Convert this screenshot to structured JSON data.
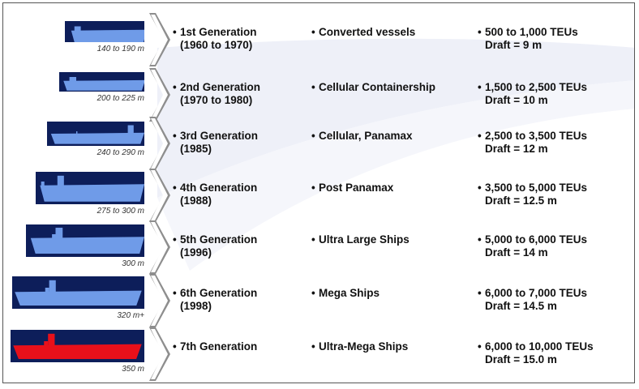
{
  "generations": [
    {
      "length": "140 to 190 m",
      "generation": "1st Generation",
      "years": "(1960 to 1970)",
      "type": "Converted vessels",
      "capacity": "500 to 1,000 TEUs",
      "draft": "Draft = 9 m",
      "hull_color": "#6f9be8",
      "box_color": "#0d1e5a"
    },
    {
      "length": "200 to 225 m",
      "generation": "2nd Generation",
      "years": "(1970 to 1980)",
      "type": "Cellular Containership",
      "capacity": "1,500 to 2,500 TEUs",
      "draft": "Draft = 10 m",
      "hull_color": "#6f9be8",
      "box_color": "#0d1e5a"
    },
    {
      "length": "240 to 290 m",
      "generation": "3rd Generation",
      "years": "(1985)",
      "type": "Cellular, Panamax",
      "capacity": "2,500 to 3,500 TEUs",
      "draft": "Draft = 12 m",
      "hull_color": "#6f9be8",
      "box_color": "#0d1e5a"
    },
    {
      "length": "275 to 300 m",
      "generation": "4th Generation",
      "years": "(1988)",
      "type": "Post Panamax",
      "capacity": "3,500 to 5,000 TEUs",
      "draft": "Draft = 12.5 m",
      "hull_color": "#6f9be8",
      "box_color": "#0d1e5a"
    },
    {
      "length": "300 m",
      "generation": "5th Generation",
      "years": "(1996)",
      "type": "Ultra Large Ships",
      "capacity": "5,000 to 6,000 TEUs",
      "draft": "Draft = 14 m",
      "hull_color": "#6f9be8",
      "box_color": "#0d1e5a"
    },
    {
      "length": "320 m+",
      "generation": "6th Generation",
      "years": "(1998)",
      "type": "Mega Ships",
      "capacity": "6,000 to 7,000 TEUs",
      "draft": "Draft = 14.5 m",
      "hull_color": "#6f9be8",
      "box_color": "#0d1e5a"
    },
    {
      "length": "350 m",
      "generation": "7th Generation",
      "years": "",
      "type": "Ultra-Mega Ships",
      "capacity": "6,000 to 10,000 TEUs",
      "draft": "Draft = 15.0 m",
      "hull_color": "#e8101a",
      "box_color": "#0d1e5a"
    }
  ],
  "bullet": "•"
}
